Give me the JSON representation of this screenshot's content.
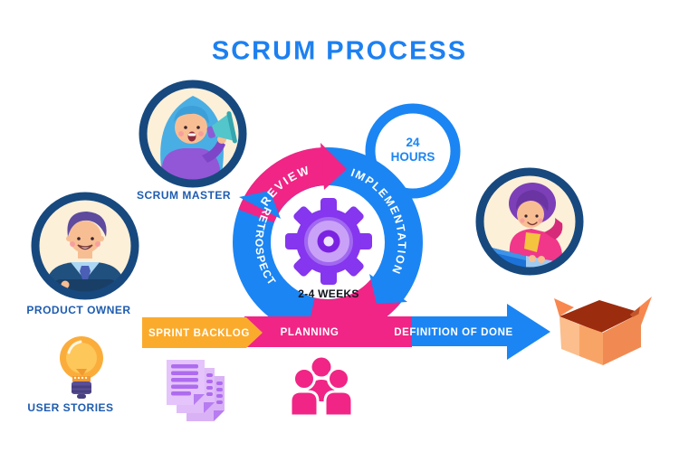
{
  "title": "SCRUM PROCESS",
  "roles": {
    "scrum_master": {
      "label": "SCRUM MASTER"
    },
    "product_owner": {
      "label": "PRODUCT OWNER"
    }
  },
  "cycle": {
    "review": "REVIEW",
    "implementation": "IMPLEMENTATION",
    "retrospect": "RETROSPECT",
    "planning": "PLANNING",
    "sprint_length": "2-4 WEEKS",
    "daily_cycle": {
      "line1": "24",
      "line2": "HOURS"
    }
  },
  "flow": {
    "sprint_backlog": "SPRINT BACKLOG",
    "definition_of_done": "DEFINITION OF DONE",
    "user_stories": "USER STORIES"
  },
  "icons": [
    "megaphone-icon",
    "gear-icon",
    "lightbulb-icon",
    "documents-icon",
    "team-icon",
    "open-box-icon"
  ],
  "colors": {
    "blue": "#1B85F3",
    "pink": "#F02585",
    "orange": "#FBAB2C",
    "purple": "#8536EE",
    "navy": "#17497E",
    "label": "#1E5CB0",
    "title": "#1D80F0",
    "cream": "#FCF0D8",
    "text_dark": "#10131C"
  }
}
